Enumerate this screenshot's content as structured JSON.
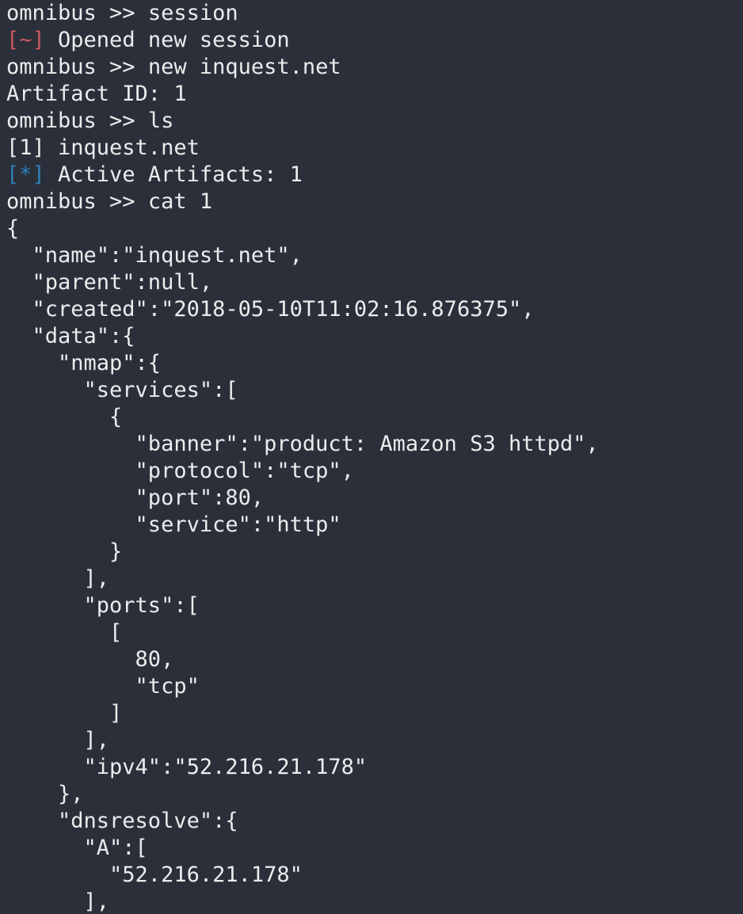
{
  "colors": {
    "background": "#2b2f3a",
    "text": "#ececec",
    "warn_tag": "#c8585e",
    "info_tag": "#2f7fb5"
  },
  "prompt": "omnibus >> ",
  "lines": [
    {
      "type": "cmd",
      "text": "session"
    },
    {
      "type": "tag",
      "tag": "[~]",
      "tag_color": "warn",
      "text": " Opened new session"
    },
    {
      "type": "cmd",
      "text": "new inquest.net"
    },
    {
      "type": "out",
      "text": "Artifact ID: 1"
    },
    {
      "type": "cmd",
      "text": "ls"
    },
    {
      "type": "out",
      "text": "[1] inquest.net"
    },
    {
      "type": "tag",
      "tag": "[*]",
      "tag_color": "info",
      "text": " Active Artifacts: 1"
    },
    {
      "type": "cmd",
      "text": "cat 1"
    },
    {
      "type": "out",
      "text": "{"
    },
    {
      "type": "out",
      "text": "  \"name\":\"inquest.net\","
    },
    {
      "type": "out",
      "text": "  \"parent\":null,"
    },
    {
      "type": "out",
      "text": "  \"created\":\"2018-05-10T11:02:16.876375\","
    },
    {
      "type": "out",
      "text": "  \"data\":{"
    },
    {
      "type": "out",
      "text": "    \"nmap\":{"
    },
    {
      "type": "out",
      "text": "      \"services\":["
    },
    {
      "type": "out",
      "text": "        {"
    },
    {
      "type": "out",
      "text": "          \"banner\":\"product: Amazon S3 httpd\","
    },
    {
      "type": "out",
      "text": "          \"protocol\":\"tcp\","
    },
    {
      "type": "out",
      "text": "          \"port\":80,"
    },
    {
      "type": "out",
      "text": "          \"service\":\"http\""
    },
    {
      "type": "out",
      "text": "        }"
    },
    {
      "type": "out",
      "text": "      ],"
    },
    {
      "type": "out",
      "text": "      \"ports\":["
    },
    {
      "type": "out",
      "text": "        ["
    },
    {
      "type": "out",
      "text": "          80,"
    },
    {
      "type": "out",
      "text": "          \"tcp\""
    },
    {
      "type": "out",
      "text": "        ]"
    },
    {
      "type": "out",
      "text": "      ],"
    },
    {
      "type": "out",
      "text": "      \"ipv4\":\"52.216.21.178\""
    },
    {
      "type": "out",
      "text": "    },"
    },
    {
      "type": "out",
      "text": "    \"dnsresolve\":{"
    },
    {
      "type": "out",
      "text": "      \"A\":["
    },
    {
      "type": "out",
      "text": "        \"52.216.21.178\""
    },
    {
      "type": "out",
      "text": "      ],"
    }
  ]
}
